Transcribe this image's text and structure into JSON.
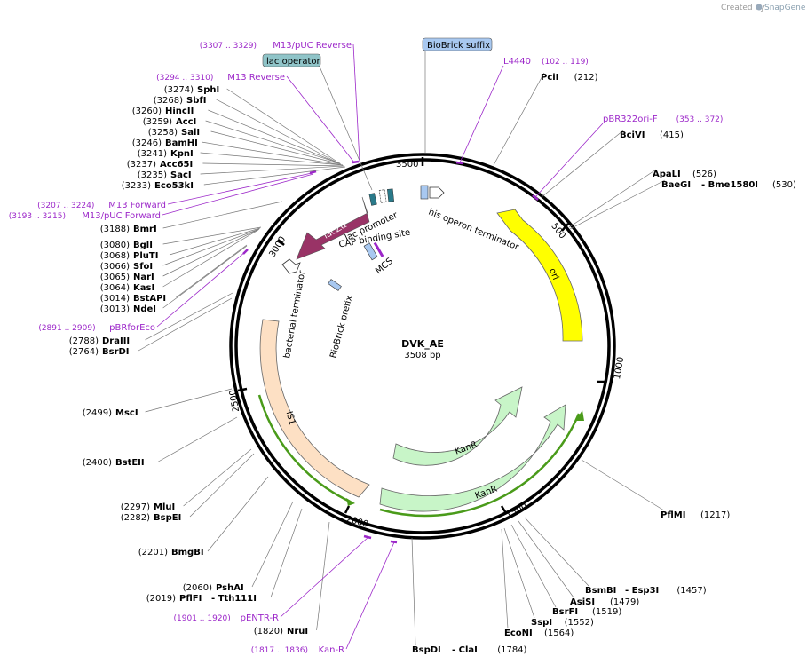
{
  "watermark": {
    "created_by": "Created by",
    "brand": "SnapGene"
  },
  "plasmid": {
    "name": "DVK_AE",
    "size": "3508 bp"
  },
  "ruler": [
    "500",
    "1000",
    "1500",
    "2000",
    "2500",
    "3000",
    "3500"
  ],
  "boxed_labels": [
    {
      "text": "BioBrick suffix",
      "fill": "#a8c8f0"
    },
    {
      "text": "lac operator",
      "fill": "#8fc4c8"
    }
  ],
  "features": {
    "ori": "ori",
    "kanr_inner": "KanR",
    "kanr_outer": "KanR",
    "is1": "IS1",
    "lacza": "lacZα",
    "lac_promoter": "lac promoter",
    "cap_binding": "CAP binding site",
    "his_terminator": "his operon terminator",
    "bacterial_terminator": "bacterial terminator",
    "biobrick_prefix": "BioBrick prefix",
    "mcs": "MCS"
  },
  "primers": [
    {
      "range": "(3307 .. 3329)",
      "name": "M13/pUC Reverse"
    },
    {
      "range": "(3294 .. 3310)",
      "name": "M13 Reverse"
    },
    {
      "range": "(3207 .. 3224)",
      "name": "M13 Forward"
    },
    {
      "range": "(3193 .. 3215)",
      "name": "M13/pUC Forward"
    },
    {
      "range": "(2891 .. 2909)",
      "name": "pBRforEco"
    },
    {
      "range": "(1901 .. 1920)",
      "name": "pENTR-R"
    },
    {
      "range": "(1817 .. 1836)",
      "name": "Kan-R"
    },
    {
      "range": "(102 .. 119)",
      "name": "L4440"
    },
    {
      "range": "(353 .. 372)",
      "name": "pBR322ori-F"
    }
  ],
  "sites_left": [
    {
      "pos": "(3274)",
      "name": "SphI"
    },
    {
      "pos": "(3268)",
      "name": "SbfI"
    },
    {
      "pos": "(3260)",
      "name": "HincII"
    },
    {
      "pos": "(3259)",
      "name": "AccI"
    },
    {
      "pos": "(3258)",
      "name": "SalI"
    },
    {
      "pos": "(3246)",
      "name": "BamHI"
    },
    {
      "pos": "(3241)",
      "name": "KpnI"
    },
    {
      "pos": "(3237)",
      "name": "Acc65I"
    },
    {
      "pos": "(3235)",
      "name": "SacI"
    },
    {
      "pos": "(3233)",
      "name": "Eco53kI"
    },
    {
      "pos": "(3188)",
      "name": "BmrI"
    },
    {
      "pos": "(3080)",
      "name": "BglI"
    },
    {
      "pos": "(3068)",
      "name": "PluTI"
    },
    {
      "pos": "(3066)",
      "name": "SfoI"
    },
    {
      "pos": "(3065)",
      "name": "NarI"
    },
    {
      "pos": "(3064)",
      "name": "KasI"
    },
    {
      "pos": "(3014)",
      "name": "BstAPI"
    },
    {
      "pos": "(3013)",
      "name": "NdeI"
    },
    {
      "pos": "(2788)",
      "name": "DraIII"
    },
    {
      "pos": "(2764)",
      "name": "BsrDI"
    },
    {
      "pos": "(2499)",
      "name": "MscI"
    },
    {
      "pos": "(2400)",
      "name": "BstEII"
    },
    {
      "pos": "(2297)",
      "name": "MluI"
    },
    {
      "pos": "(2282)",
      "name": "BspEI"
    },
    {
      "pos": "(2201)",
      "name": "BmgBI"
    },
    {
      "pos": "(2060)",
      "name": "PshAI"
    },
    {
      "pos": "(2019)",
      "name": "PflFI",
      "name2": "- Tth111I"
    },
    {
      "pos": "(1820)",
      "name": "NruI"
    }
  ],
  "sites_right": [
    {
      "name": "PciI",
      "pos": "(212)"
    },
    {
      "name": "BciVI",
      "pos": "(415)"
    },
    {
      "name": "ApaLI",
      "pos": "(526)"
    },
    {
      "name": "BaeGI",
      "name2": "- Bme1580I",
      "pos": "(530)"
    },
    {
      "name": "PflMI",
      "pos": "(1217)"
    },
    {
      "name": "BsmBI",
      "name2": "- Esp3I",
      "pos": "(1457)"
    },
    {
      "name": "AsiSI",
      "pos": "(1479)"
    },
    {
      "name": "BsrFI",
      "pos": "(1519)"
    },
    {
      "name": "SspI",
      "pos": "(1552)"
    },
    {
      "name": "EcoNI",
      "pos": "(1564)"
    },
    {
      "name": "BspDI",
      "name2": "- ClaI",
      "pos": "(1784)"
    }
  ],
  "colors": {
    "ori": "#ffff00",
    "kanr": "#c8f5c8",
    "is1": "#fde0c4",
    "lacza": "#993366",
    "primer": "#9c27c9",
    "orf_line": "#4a9b1a"
  }
}
